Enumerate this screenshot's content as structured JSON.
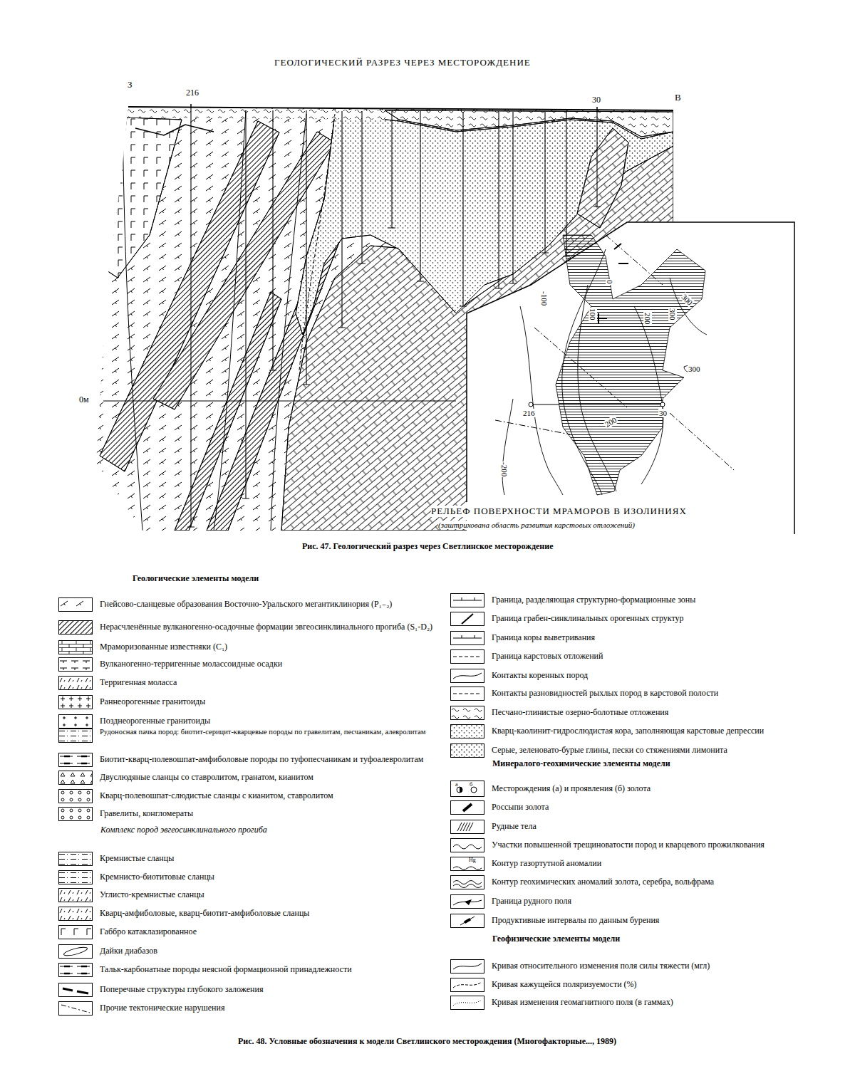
{
  "diagram": {
    "title": "ГЕОЛОГИЧЕСКИЙ РАЗРЕЗ ЧЕРЕЗ МЕСТОРОЖДЕНИЕ",
    "caption": "Рис. 47. Геологический разрез через Светлинское месторождение",
    "nodes": [
      {
        "text": [
          "РЕЛЬЕФ ПОВЕРХНОСТИ МРАМОРОВ В ИЗОЛИНИЯХ",
          "(заштрихована область развития карстовых отложений)"
        ]
      }
    ],
    "labels": [
      "З",
      "216",
      "30",
      "В",
      "0м",
      "0",
      "-100",
      "100",
      "200",
      "300",
      "300",
      "300",
      "216",
      "30",
      "200",
      "-200",
      "Геологические элементы модели",
      "Комплекс пород эвгеосинклинального прогиба",
      "Минералого-геохимические элементы модели",
      "Геофизические элементы модели",
      "Рис. 48. Условные обозначения к модели Светлинского месторождения (Многофакторные..., 1989)",
      "а",
      "б",
      "Hg"
    ],
    "legend": [
      {
        "text": "Гнейсово-сланцевые образования Восточно-Уральского мегантиклинория (P₁₋₂)"
      },
      {
        "text": "Нерасчленённые вулканогенно-осадочные формации эвгеосинклинального прогиба (S₁-D₂)"
      },
      {
        "text": "Мраморизованные известняки (C₁)"
      },
      {
        "text": "Вулканогенно-терригенные молассоидные осадки"
      },
      {
        "text": "Терригенная моласса"
      },
      {
        "text": "Раннеорогенные гранитоиды"
      },
      {
        "text": "Позднеорогенные гранитоиды"
      },
      {
        "text": "Рудоносная пачка пород: биотит-серицит-кварцевые породы по гравелитам, песчаникам, алевролитам"
      },
      {
        "text": "Биотит-кварц-полевошпат-амфиболовые породы по туфопесчаникам и туфоалевролитам"
      },
      {
        "text": "Двуслюдяные сланцы со ставролитом, гранатом, кианитом"
      },
      {
        "text": "Кварц-полевошпат-слюдистые сланцы с кианитом, ставролитом"
      },
      {
        "text": "Гравелиты, конгломераты"
      },
      {
        "text": "Кремнистые сланцы"
      },
      {
        "text": "Кремнисто-биотитовые сланцы"
      },
      {
        "text": "Углисто-кремнистые сланцы"
      },
      {
        "text": "Кварц-амфиболовые, кварц-биотит-амфиболовые сланцы"
      },
      {
        "text": "Габбро катаклазированное"
      },
      {
        "text": "Дайки диабазов"
      },
      {
        "text": "Тальк-карбонатные породы неясной формационной принадлежности"
      },
      {
        "text": "Поперечные структуры глубокого заложения"
      },
      {
        "text": "Прочие тектонические нарушения"
      },
      {
        "text": "Граница, разделяющая структурно-формационные зоны"
      },
      {
        "text": "Граница грабен-синклинальных орогенных структур"
      },
      {
        "text": "Граница коры выветривания"
      },
      {
        "text": "Граница карстовых отложений"
      },
      {
        "text": "Контакты коренных пород"
      },
      {
        "text": "Контакты разновидностей рыхлых пород в карстовой полости"
      },
      {
        "text": "Песчано-глинистые озерно-болотные отложения"
      },
      {
        "text": "Кварц-каолинит-гидрослюдистая кора, заполняющая карстовые депрессии"
      },
      {
        "text": "Серые, зеленовато-бурые глины, пески со стяжениями лимонита"
      },
      {
        "text": "Месторождения (а) и проявления (б) золота"
      },
      {
        "text": "Россыпи золота"
      },
      {
        "text": "Рудные тела"
      },
      {
        "text": "Участки повышенной трещиноватости пород и кварцевого прожилкования"
      },
      {
        "text": "Контур газортутной аномалии"
      },
      {
        "text": "Контур геохимических аномалий золота, серебра, вольфрама"
      },
      {
        "text": "Граница рудного поля"
      },
      {
        "text": "Продуктивные интервалы по данным бурения"
      },
      {
        "text": "Кривая относительного изменения поля силы тяжести (мгл)"
      },
      {
        "text": "Кривая кажущейся поляризуемости (%)"
      },
      {
        "text": "Кривая изменения геомагнитного поля (в гаммах)"
      }
    ]
  }
}
